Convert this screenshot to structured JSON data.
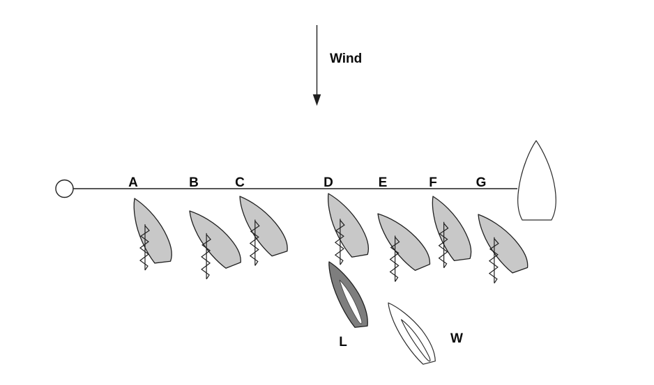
{
  "wind": {
    "label": "Wind"
  },
  "start_line": {
    "mark_labels": [
      "A",
      "B",
      "C",
      "D",
      "E",
      "F",
      "G"
    ]
  },
  "boats": {
    "leeward_label": "L",
    "windward_label": "W"
  },
  "icons": {
    "wind_arrow": "down-arrow",
    "pin_end": "circle-mark",
    "committee_boat": "boat-hull-outline",
    "line_boats": "luffing-sailboat",
    "leeward_boat": "dark-sailboat",
    "windward_boat": "white-sailboat"
  },
  "colors": {
    "background": "#ffffff",
    "outline": "#1f1f1f",
    "hull_light_gray": "#c8c8c8",
    "hull_dark_gray": "#7e7e7e",
    "hull_white": "#ffffff",
    "label_text": "#0a0a0a"
  }
}
